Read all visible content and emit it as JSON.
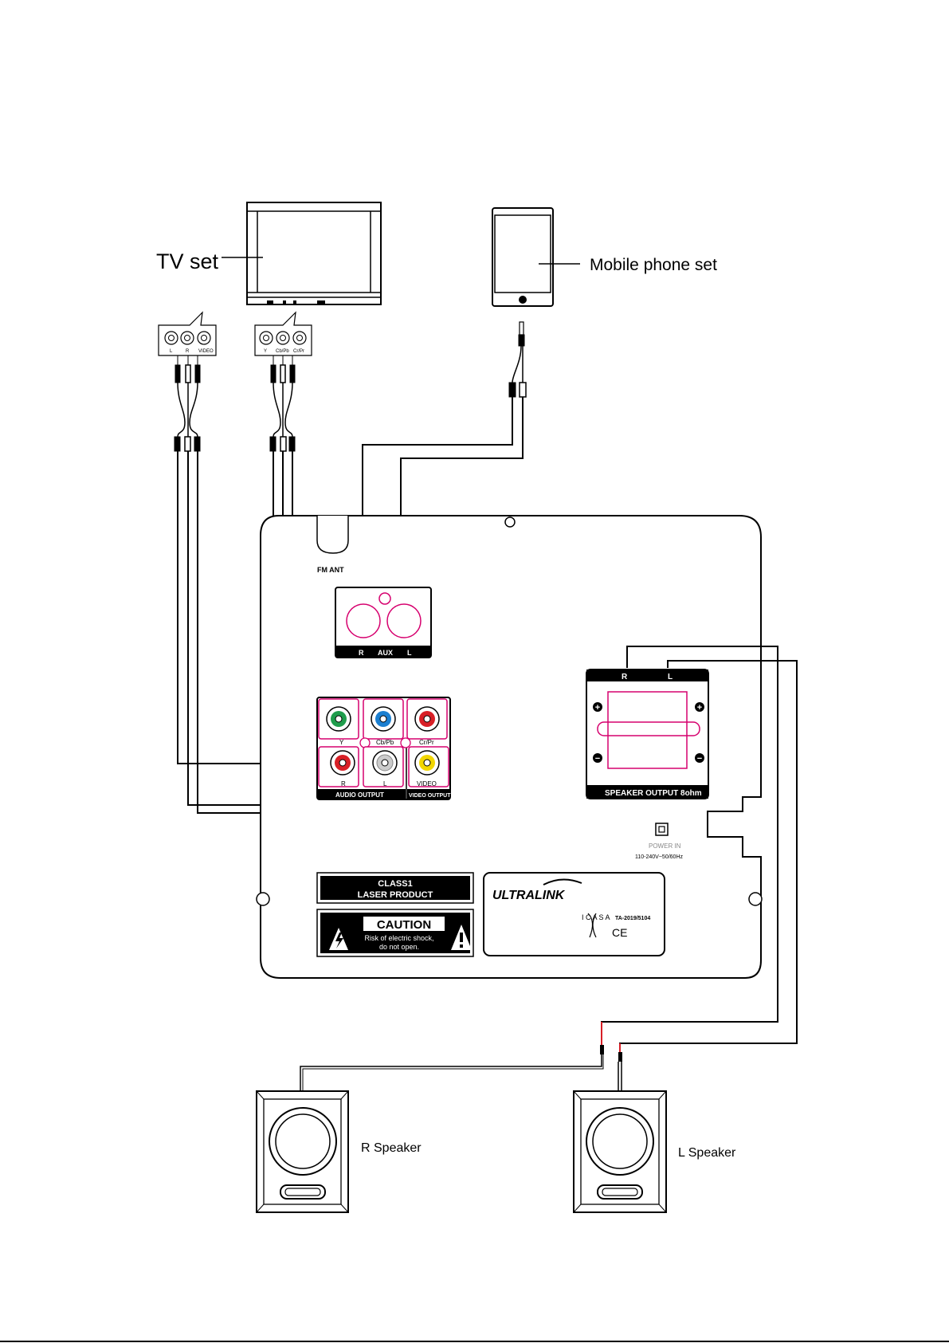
{
  "devices": {
    "tv_label": "TV set",
    "mobile_label": "Mobile phone set",
    "r_speaker_label": "R Speaker",
    "l_speaker_label": "L Speaker"
  },
  "tv_jacks": {
    "audio_video": [
      "L",
      "R",
      "VIDEO"
    ],
    "component": [
      "Y",
      "Cb/Pb",
      "Cr/Pr"
    ]
  },
  "panel": {
    "fm_ant": "FM ANT",
    "aux": {
      "r": "R",
      "aux": "AUX",
      "l": "L"
    },
    "component": {
      "y": "Y",
      "cb": "Cb/Pb",
      "cr": "Cr/Pr"
    },
    "audio": {
      "r": "R",
      "l": "L",
      "video": "VIDEO"
    },
    "audio_output": "AUDIO  OUTPUT",
    "video_output": "VIDEO OUTPUT",
    "speaker": {
      "r": "R",
      "l": "L",
      "title": "SPEAKER OUTPUT 8ohm"
    },
    "power_in": "POWER IN",
    "power_spec": "110-240V~50/60Hz",
    "class1_line1": "CLASS1",
    "class1_line2": "LASER PRODUCT",
    "caution_title": "CAUTION",
    "caution_line1": "Risk of electric shock,",
    "caution_line2": "do not open.",
    "brand": "ULTRALINK",
    "icasa": "I C A S A",
    "ta_number": "TA-2019/5104",
    "ce": "CE"
  },
  "colors": {
    "wire": "#000000",
    "magenta": "#d6006e",
    "green": "#1f9d4c",
    "blue": "#1b7fd0",
    "red": "#d81f26",
    "white_jack": "#cccccc",
    "yellow": "#f2d600",
    "speaker_wire_red": "#d81f26"
  }
}
